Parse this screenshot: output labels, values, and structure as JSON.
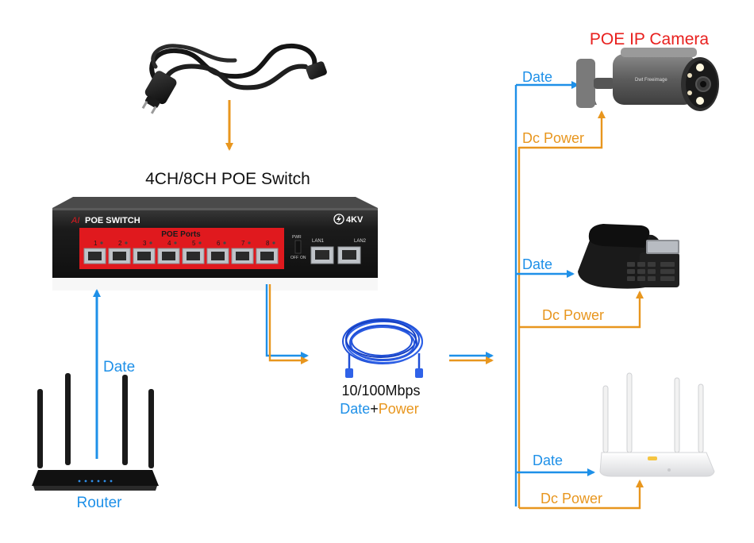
{
  "colors": {
    "data_blue": "#1e90e8",
    "power_orange": "#e8961e",
    "title_red": "#e8201e",
    "text_dark": "#111111",
    "switch_red": "#e0191e",
    "switch_body": "#1c1c1c"
  },
  "switch": {
    "title": "4CH/8CH POE Switch",
    "brand": "POE SWITCH",
    "badge": "4KV",
    "ports_label": "POE Ports",
    "port_numbers": [
      "1",
      "2",
      "3",
      "4",
      "5",
      "6",
      "7",
      "8"
    ],
    "lan_labels": [
      "LAN1",
      "LAN2"
    ],
    "pwr_label": "PWR",
    "switch_states": [
      "OFF",
      "ON"
    ]
  },
  "cable": {
    "speed": "10/100Mbps",
    "data_word": "Date",
    "plus": "+",
    "power_word": "Power"
  },
  "router": {
    "label": "Router",
    "link_label": "Date"
  },
  "devices": {
    "camera_title": "POE IP Camera",
    "camera_brand": "Dwt Freeimage",
    "data_label": "Date",
    "power_label": "Dc Power"
  },
  "icons": [
    "power-cord-icon",
    "poe-switch-icon",
    "network-cable-icon",
    "router-icon",
    "ip-camera-icon",
    "desk-phone-icon",
    "wifi-router-icon"
  ]
}
